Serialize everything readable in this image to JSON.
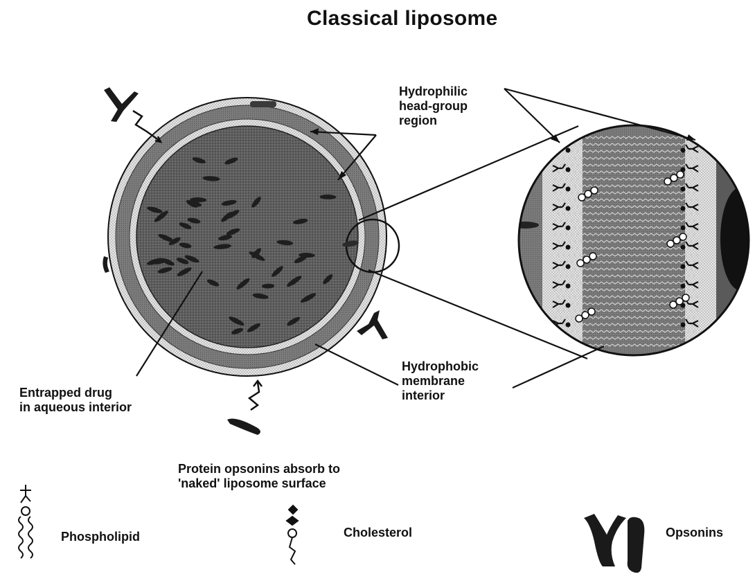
{
  "title": "Classical liposome",
  "labels": {
    "hydrophilic": [
      "Hydrophilic",
      "head-group",
      "region"
    ],
    "hydrophobic": [
      "Hydrophobic",
      "membrane",
      "interior"
    ],
    "entrapped_drug": [
      "Entrapped drug",
      "in aqueous interior"
    ],
    "opsonins_note": [
      "Protein opsonins absorb to",
      "'naked' liposome surface"
    ]
  },
  "legend": [
    {
      "key": "phospholipid",
      "label": "Phospholipid"
    },
    {
      "key": "cholesterol",
      "label": "Cholesterol"
    },
    {
      "key": "opsonins",
      "label": "Opsonins"
    }
  ],
  "colors": {
    "ink": "#111111",
    "interior": "#5e5e5e",
    "membrane_dark": "#777777",
    "membrane_light": "#d9d9d9",
    "paper": "#ffffff"
  },
  "icons": [
    "opsonin-y-icon",
    "opsonin-rod-icon",
    "phospholipid-icon",
    "cholesterol-icon"
  ]
}
